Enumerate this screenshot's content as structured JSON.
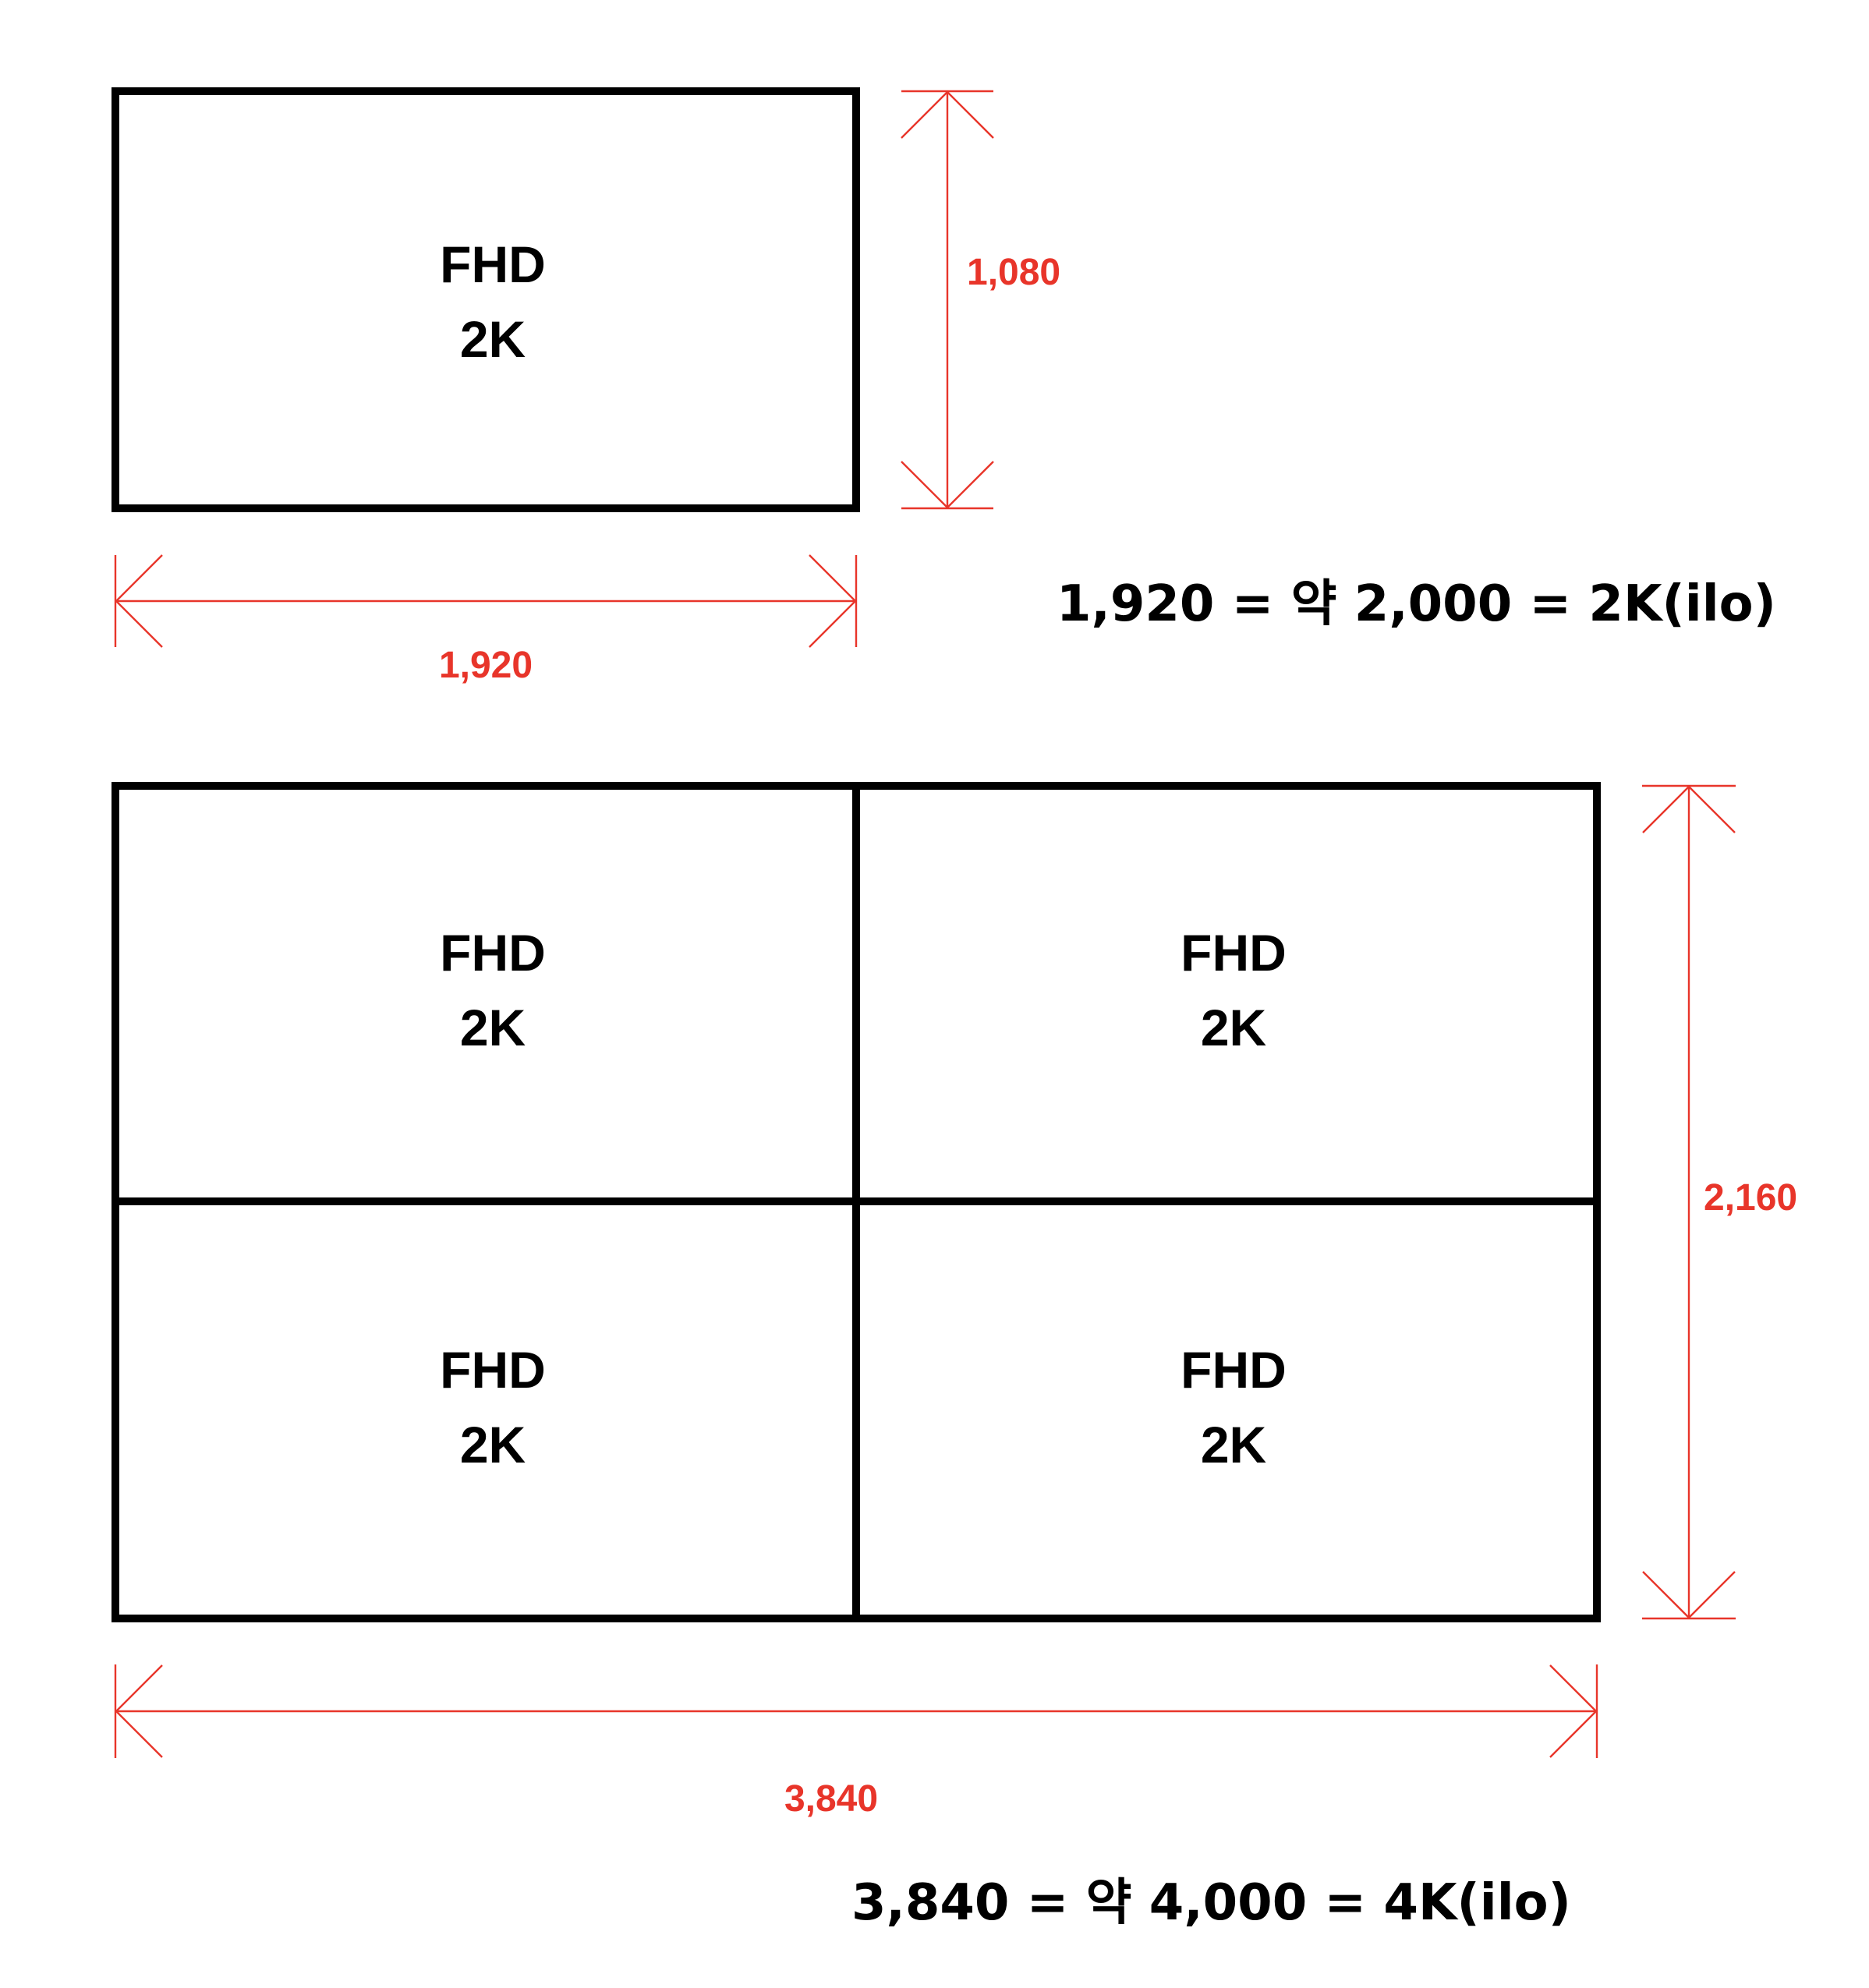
{
  "colors": {
    "outline": "#000000",
    "dimension": "#e8352a",
    "background": "#ffffff"
  },
  "top_diagram": {
    "cell": {
      "line1": "FHD",
      "line2": "2K"
    },
    "width_label": "1,920",
    "height_label": "1,080",
    "equation": "1,920 = 약 2,000 = 2K(ilo)"
  },
  "bottom_diagram": {
    "cells": [
      {
        "line1": "FHD",
        "line2": "2K"
      },
      {
        "line1": "FHD",
        "line2": "2K"
      },
      {
        "line1": "FHD",
        "line2": "2K"
      },
      {
        "line1": "FHD",
        "line2": "2K"
      }
    ],
    "width_label": "3,840",
    "height_label": "2,160",
    "equation": "3,840 = 약 4,000 = 4K(ilo)"
  }
}
